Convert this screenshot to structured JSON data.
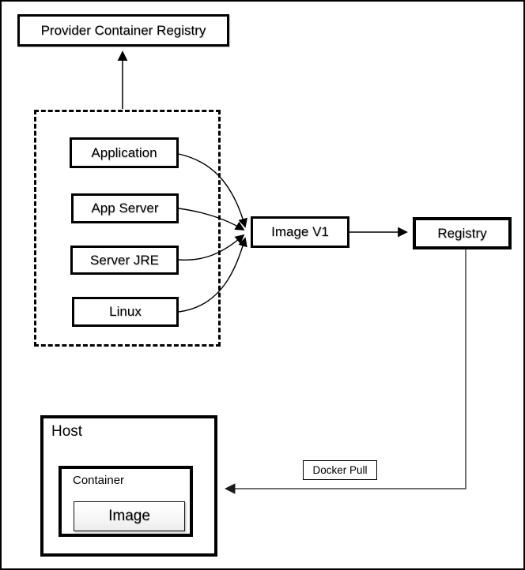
{
  "diagram": {
    "title_node": "Provider Container Registry",
    "layer_group": {
      "layers": [
        {
          "label": "Application"
        },
        {
          "label": "App Server"
        },
        {
          "label": "Server JRE"
        },
        {
          "label": "Linux"
        }
      ]
    },
    "image_v1_label": "Image V1",
    "registry_label": "Registry",
    "host_label": "Host",
    "container_label": "Container",
    "image_label": "Image",
    "docker_pull_label": "Docker Pull"
  },
  "colors": {
    "background": "#ffffff",
    "box_border": "#000000",
    "connector": "#000000",
    "pull_connector": "#404040"
  }
}
